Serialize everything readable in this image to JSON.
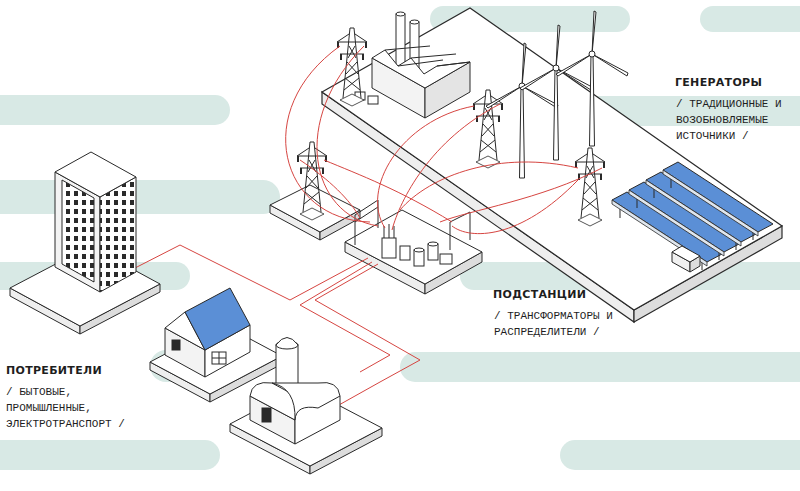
{
  "diagram": {
    "labels": [
      "ГЕНЕРАТОРЫ",
      "/ ТРАДИЦИОННЫЕ И ВОЗОБНОВЛЯЕМЫЕ ИСТОЧНИКИ /",
      "ПОДСТАНЦИИ",
      "/ ТРАНСФОРМАТОРЫ И РАСПРЕДЕЛИТЕЛИ /",
      "ПОТРЕБИТЕЛИ",
      "/ БЫТОВЫЕ, ПРОМЫШЛЕННЫЕ, ЭЛЕКТРОТРАНСПОРТ /"
    ]
  }
}
